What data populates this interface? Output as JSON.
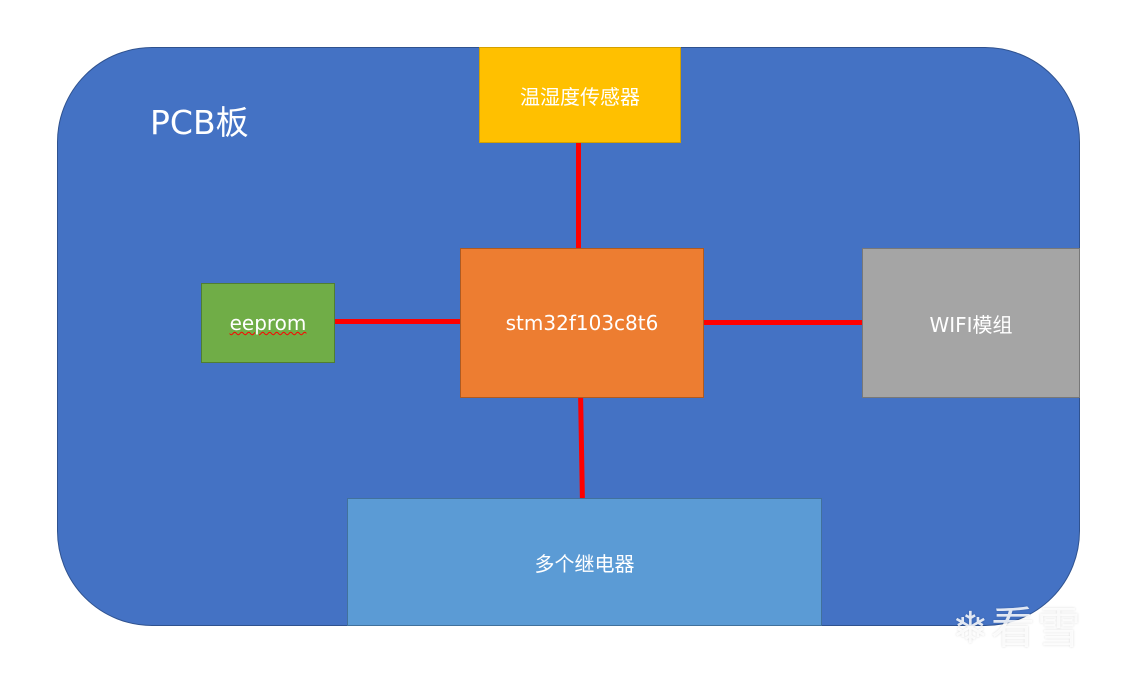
{
  "board": {
    "label": "PCB板"
  },
  "modules": {
    "sensor": "温湿度传感器",
    "mcu": "stm32f103c8t6",
    "eeprom": "eeprom",
    "wifi": "WIFI模组",
    "relay": "多个继电器"
  },
  "watermark": {
    "text": "看雪",
    "icon": "snowflake-icon"
  },
  "colors": {
    "board": "#4472c4",
    "sensor": "#ffc000",
    "mcu": "#ed7d31",
    "eeprom": "#70ad47",
    "wifi": "#a5a5a5",
    "relay": "#5b9bd5",
    "connection": "#ff0000"
  }
}
